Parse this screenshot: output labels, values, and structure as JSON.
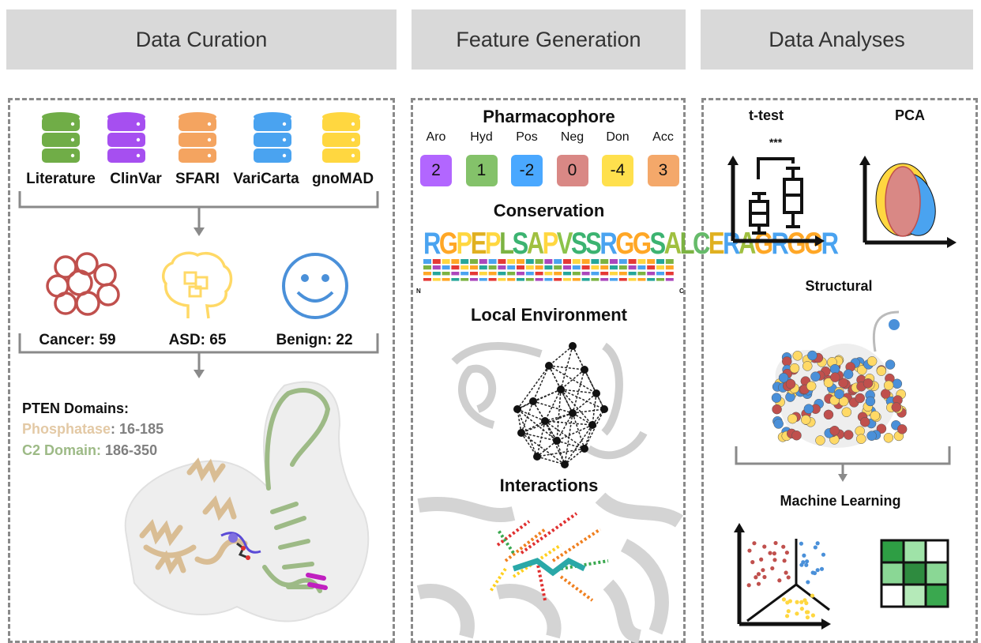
{
  "headers": {
    "curation": "Data Curation",
    "features": "Feature Generation",
    "analyses": "Data Analyses"
  },
  "curation": {
    "databases": [
      {
        "label": "Literature",
        "color": "#70ad47",
        "icon": "database-icon"
      },
      {
        "label": "ClinVar",
        "color": "#a64ff0",
        "icon": "database-icon"
      },
      {
        "label": "SFARI",
        "color": "#f4a460",
        "icon": "database-icon"
      },
      {
        "label": "VariCarta",
        "color": "#4aa3f0",
        "icon": "database-icon"
      },
      {
        "label": "gnoMAD",
        "color": "#ffd740",
        "icon": "database-icon"
      }
    ],
    "classes": [
      {
        "label": "Cancer: 59",
        "color": "#c0504d",
        "icon": "cancer-cells-icon"
      },
      {
        "label": "ASD: 65",
        "color": "#ffd966",
        "icon": "brain-puzzle-icon"
      },
      {
        "label": "Benign: 22",
        "color": "#4a90d9",
        "icon": "smiley-icon"
      }
    ],
    "domains_title": "PTEN Domains:",
    "domain_phosphatase_name": "Phosphatase",
    "domain_phosphatase_range": ": 16-185",
    "domain_c2_name": "C2 Domain:",
    "domain_c2_range": " 186-350",
    "colors": {
      "phosphatase": "#e3c9a5",
      "c2": "#9dba86",
      "range": "#7f7f7f"
    }
  },
  "features": {
    "pharmacophore_title": "Pharmacophore",
    "pharmacophore": [
      {
        "label": "Aro",
        "value": "2",
        "color": "#b266ff"
      },
      {
        "label": "Hyd",
        "value": "1",
        "color": "#84c26a"
      },
      {
        "label": "Pos",
        "value": "-2",
        "color": "#4aa8ff"
      },
      {
        "label": "Neg",
        "value": "0",
        "color": "#d98885"
      },
      {
        "label": "Don",
        "value": "-4",
        "color": "#ffe04d"
      },
      {
        "label": "Acc",
        "value": "3",
        "color": "#f4a86a"
      }
    ],
    "conservation_title": "Conservation",
    "conservation_sequence": "RGPEPLSAPVSSRGGSALCERAGRGGR",
    "conservation_n": "N",
    "conservation_c": "C",
    "local_env_title": "Local Environment",
    "interactions_title": "Interactions"
  },
  "analyses": {
    "ttest_title": "t-test",
    "significance": "***",
    "pca_title": "PCA",
    "structural_title": "Structural",
    "ml_title": "Machine Learning",
    "heatmap_colors": [
      "#2e9e44",
      "#9fe3a8",
      "#ffffff",
      "#8ad795",
      "#2e8b3f",
      "#8ad795",
      "#ffffff",
      "#b5eab9",
      "#3aa84f"
    ]
  }
}
